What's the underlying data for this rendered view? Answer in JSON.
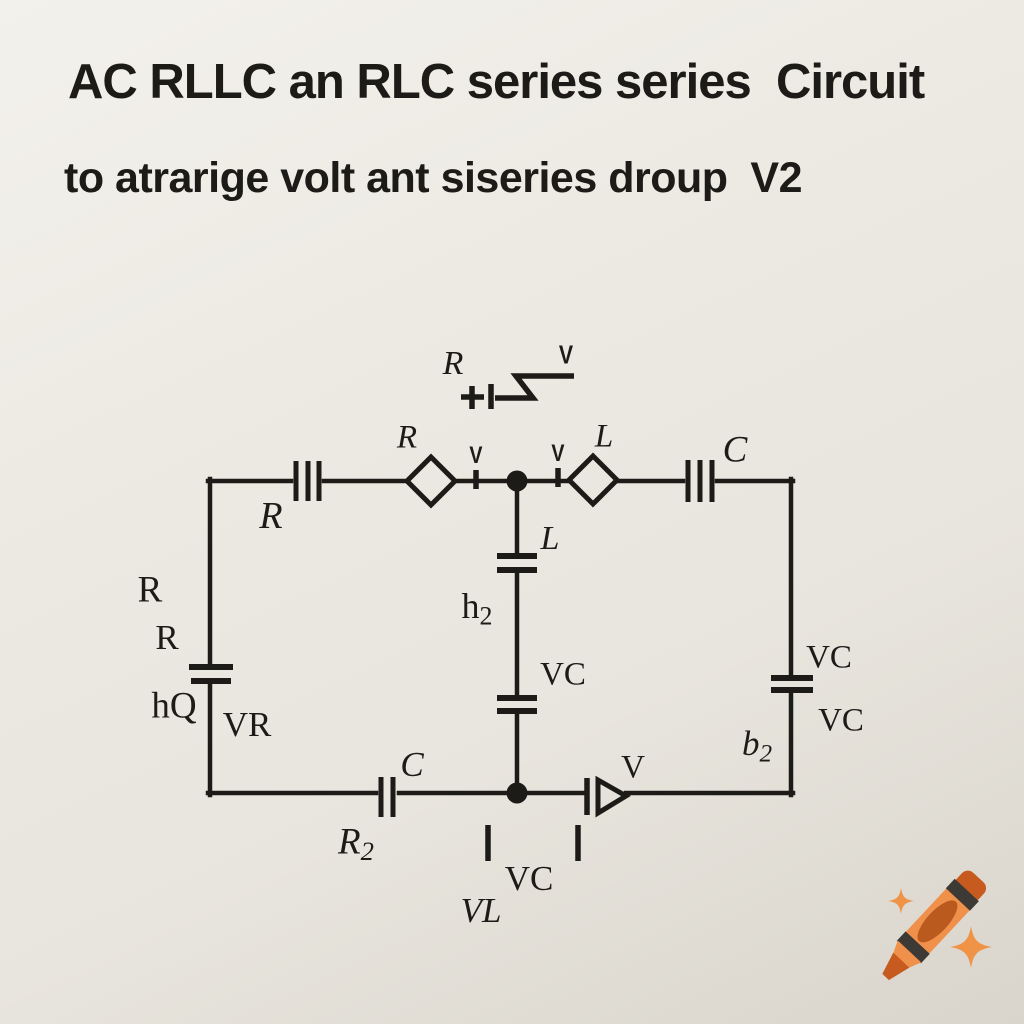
{
  "title": {
    "line1": "AC RLLC an RLC series series  Circuit",
    "line2": "to atrarige volt ant siseries droup  V2"
  },
  "floating_symbol": {
    "r_label": "R",
    "v_label": "V"
  },
  "circuit": {
    "top": {
      "cap_left_label": "R",
      "diamond_left_label": "R",
      "probe_left_label": "V",
      "probe_right_label": "V",
      "diamond_right_label": "L",
      "cap_right_label": "C"
    },
    "left": {
      "r_upper": "R",
      "r_lower": "R",
      "hq": "hQ",
      "vr": "VR"
    },
    "middle": {
      "l": "L",
      "h2_base": "h",
      "h2_sub": "2",
      "vc": "VC"
    },
    "right": {
      "vc_top": "VC",
      "vc_bottom": "VC",
      "b2_base": "b",
      "b2_sub": "2"
    },
    "bottom": {
      "c": "C",
      "r2_base": "R",
      "r2_sub": "2",
      "v": "V",
      "vc": "VC",
      "vl": "VL"
    }
  },
  "colors": {
    "ink": "#1d1b18",
    "paper_top": "#f3f1ec",
    "paper_mid": "#ece9e2",
    "paper_bottom": "#d9d5cc",
    "crayon_body": "#f0914b",
    "crayon_dark": "#c75b1f",
    "crayon_band": "#3d3935",
    "crayon_oval": "#ba5a1f",
    "sparkle": "#ef9347"
  },
  "logo": {
    "name": "crayon watermark"
  }
}
